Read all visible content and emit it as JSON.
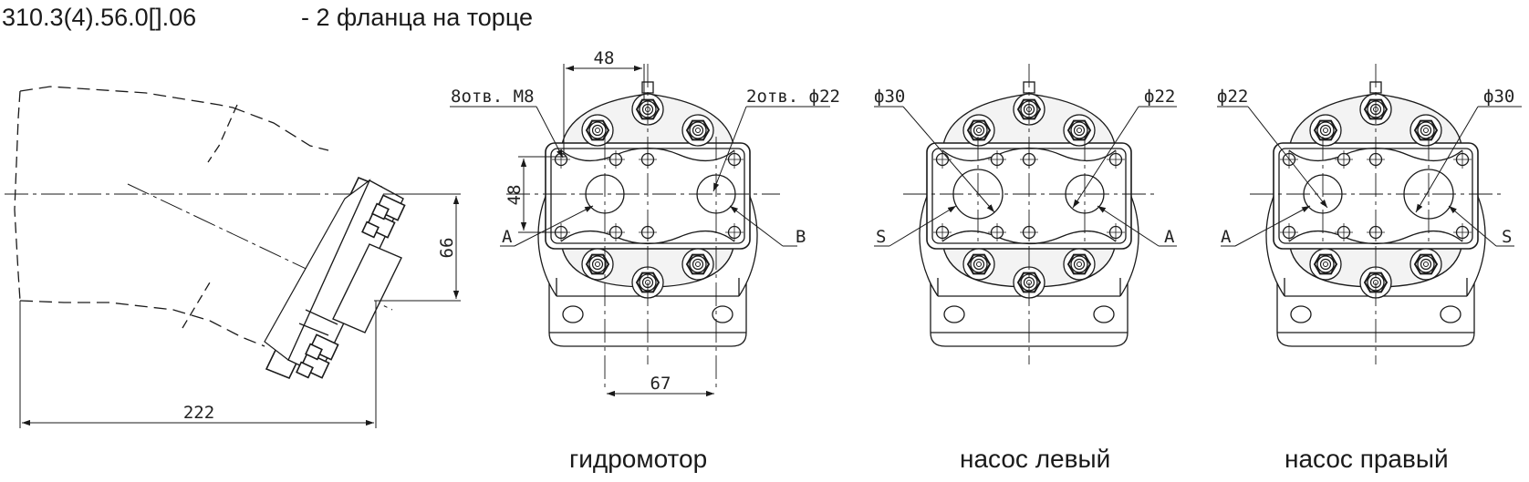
{
  "header": {
    "code": "310.3(4).56.0[].06",
    "note": "- 2 фланца на торце"
  },
  "captions": {
    "motor": "гидромотор",
    "pump_left": "насос левый",
    "pump_right": "насос правый"
  },
  "side_view": {
    "dim_length": "222",
    "dim_height": "66"
  },
  "motor_view": {
    "dim_top": "48",
    "dim_left": "48",
    "dim_bottom": "67",
    "holes_left": "8отв. М8",
    "holes_right": "2отв. ф22",
    "port_left": "А",
    "port_right": "В"
  },
  "pump_left_view": {
    "dia_left": "ф30",
    "dia_right": "ф22",
    "port_left": "S",
    "port_right": "А"
  },
  "pump_right_view": {
    "dia_left": "ф22",
    "dia_right": "ф30",
    "port_left": "А",
    "port_right": "S"
  },
  "colors": {
    "line": "#1a1a1a",
    "fill": "#ffffff",
    "shade": "#e6e6e6"
  }
}
